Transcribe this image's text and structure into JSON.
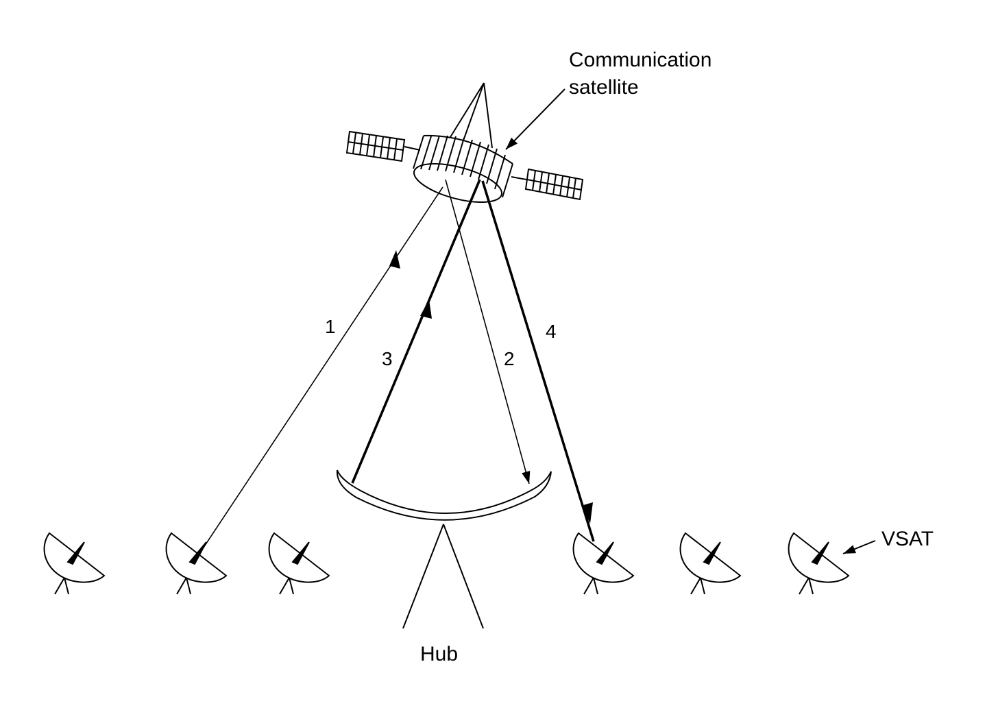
{
  "labels": {
    "satellite_line1": "Communication",
    "satellite_line2": "satellite",
    "vsat": "VSAT",
    "hub": "Hub",
    "link1": "1",
    "link2": "2",
    "link3": "3",
    "link4": "4"
  },
  "colors": {
    "stroke": "#000000",
    "background": "#ffffff"
  }
}
